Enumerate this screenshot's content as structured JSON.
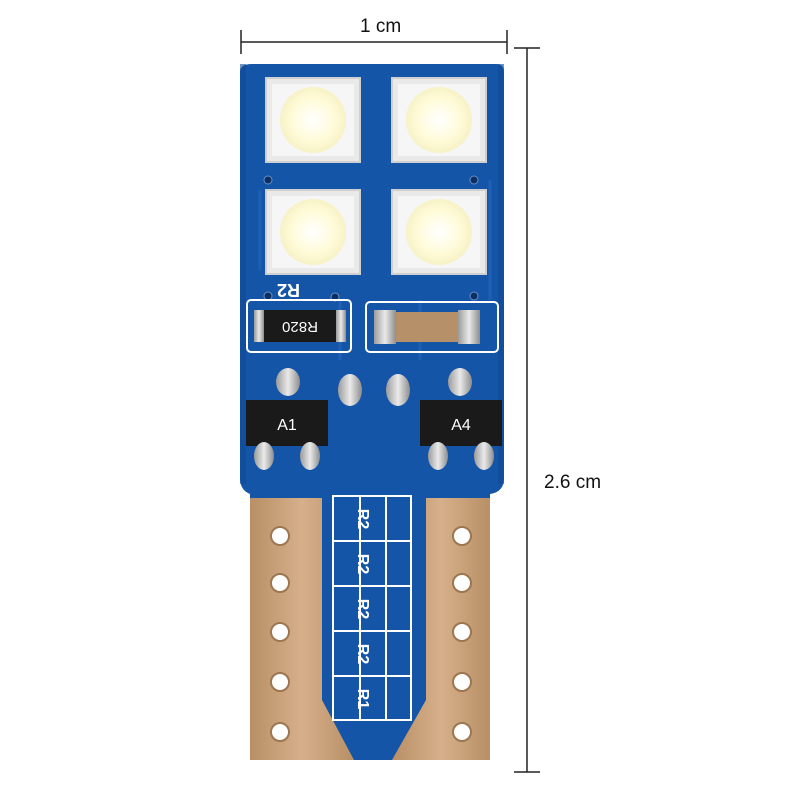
{
  "measurements": {
    "width_label": "1 cm",
    "height_label": "2.6 cm"
  },
  "components": {
    "resistor_r2_marking": "R2",
    "resistor_marking": "R820",
    "transistor_left_marking": "A1",
    "transistor_right_marking": "A4",
    "pad_markings": [
      "R2",
      "R2",
      "R2",
      "R2",
      "R1"
    ]
  },
  "colors": {
    "background": "#ffffff",
    "pcb": "#1555a8",
    "pcb_dark": "#0d3f86",
    "gold_pad": "#c9a27a",
    "led_body": "#f2f2f2",
    "led_light": "#fffbd8",
    "solder": "#cfcfcf",
    "component_black": "#1a1a1a"
  }
}
